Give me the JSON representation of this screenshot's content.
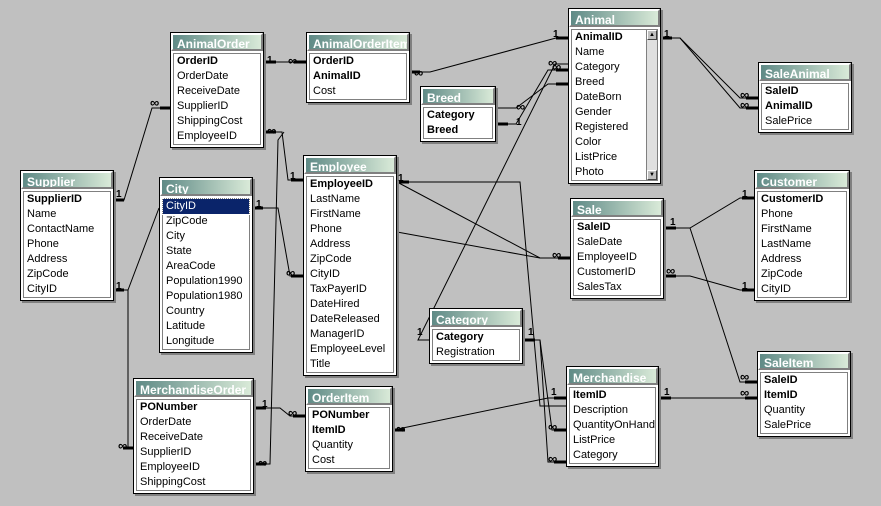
{
  "tables": [
    {
      "title": "AnimalOrder",
      "fields": [
        {
          "name": "OrderID",
          "key": true
        },
        {
          "name": "OrderDate"
        },
        {
          "name": "ReceiveDate"
        },
        {
          "name": "SupplierID"
        },
        {
          "name": "ShippingCost"
        },
        {
          "name": "EmployeeID"
        }
      ]
    },
    {
      "title": "AnimalOrderItem",
      "fields": [
        {
          "name": "OrderID",
          "key": true
        },
        {
          "name": "AnimalID",
          "key": true
        },
        {
          "name": "Cost"
        }
      ]
    },
    {
      "title": "Animal",
      "fields": [
        {
          "name": "AnimalID",
          "key": true
        },
        {
          "name": "Name"
        },
        {
          "name": "Category"
        },
        {
          "name": "Breed"
        },
        {
          "name": "DateBorn"
        },
        {
          "name": "Gender"
        },
        {
          "name": "Registered"
        },
        {
          "name": "Color"
        },
        {
          "name": "ListPrice"
        },
        {
          "name": "Photo"
        }
      ]
    },
    {
      "title": "Breed",
      "fields": [
        {
          "name": "Category",
          "key": true
        },
        {
          "name": "Breed",
          "key": true
        }
      ]
    },
    {
      "title": "SaleAnimal",
      "fields": [
        {
          "name": "SaleID",
          "key": true
        },
        {
          "name": "AnimalID",
          "key": true
        },
        {
          "name": "SalePrice"
        }
      ]
    },
    {
      "title": "Supplier",
      "fields": [
        {
          "name": "SupplierID",
          "key": true
        },
        {
          "name": "Name"
        },
        {
          "name": "ContactName"
        },
        {
          "name": "Phone"
        },
        {
          "name": "Address"
        },
        {
          "name": "ZipCode"
        },
        {
          "name": "CityID"
        }
      ]
    },
    {
      "title": "City",
      "fields": [
        {
          "name": "CityID",
          "selected": true
        },
        {
          "name": "ZipCode"
        },
        {
          "name": "City"
        },
        {
          "name": "State"
        },
        {
          "name": "AreaCode"
        },
        {
          "name": "Population1990"
        },
        {
          "name": "Population1980"
        },
        {
          "name": "Country"
        },
        {
          "name": "Latitude"
        },
        {
          "name": "Longitude"
        }
      ]
    },
    {
      "title": "Employee",
      "fields": [
        {
          "name": "EmployeeID",
          "key": true
        },
        {
          "name": "LastName"
        },
        {
          "name": "FirstName"
        },
        {
          "name": "Phone"
        },
        {
          "name": "Address"
        },
        {
          "name": "ZipCode"
        },
        {
          "name": "CityID"
        },
        {
          "name": "TaxPayerID"
        },
        {
          "name": "DateHired"
        },
        {
          "name": "DateReleased"
        },
        {
          "name": "ManagerID"
        },
        {
          "name": "EmployeeLevel"
        },
        {
          "name": "Title"
        }
      ]
    },
    {
      "title": "Sale",
      "fields": [
        {
          "name": "SaleID",
          "key": true
        },
        {
          "name": "SaleDate"
        },
        {
          "name": "EmployeeID"
        },
        {
          "name": "CustomerID"
        },
        {
          "name": "SalesTax"
        }
      ]
    },
    {
      "title": "Customer",
      "fields": [
        {
          "name": "CustomerID",
          "key": true
        },
        {
          "name": "Phone"
        },
        {
          "name": "FirstName"
        },
        {
          "name": "LastName"
        },
        {
          "name": "Address"
        },
        {
          "name": "ZipCode"
        },
        {
          "name": "CityID"
        }
      ]
    },
    {
      "title": "Category",
      "fields": [
        {
          "name": "Category",
          "key": true
        },
        {
          "name": "Registration"
        }
      ]
    },
    {
      "title": "MerchandiseOrder",
      "fields": [
        {
          "name": "PONumber",
          "key": true
        },
        {
          "name": "OrderDate"
        },
        {
          "name": "ReceiveDate"
        },
        {
          "name": "SupplierID"
        },
        {
          "name": "EmployeeID"
        },
        {
          "name": "ShippingCost"
        }
      ]
    },
    {
      "title": "OrderItem",
      "fields": [
        {
          "name": "PONumber",
          "key": true
        },
        {
          "name": "ItemID",
          "key": true
        },
        {
          "name": "Quantity"
        },
        {
          "name": "Cost"
        }
      ]
    },
    {
      "title": "Merchandise",
      "fields": [
        {
          "name": "ItemID",
          "key": true
        },
        {
          "name": "Description"
        },
        {
          "name": "QuantityOnHand"
        },
        {
          "name": "ListPrice"
        },
        {
          "name": "Category"
        }
      ]
    },
    {
      "title": "SaleItem",
      "fields": [
        {
          "name": "SaleID",
          "key": true
        },
        {
          "name": "ItemID",
          "key": true
        },
        {
          "name": "Quantity"
        },
        {
          "name": "SalePrice"
        }
      ]
    }
  ],
  "cardinality": {
    "one": "1",
    "many": "∞"
  },
  "colors": {
    "background": "#c0c0c0",
    "title_start": "#5f8a86",
    "title_end": "#d9ead8",
    "selection": "#0a246a",
    "line": "#000000"
  }
}
